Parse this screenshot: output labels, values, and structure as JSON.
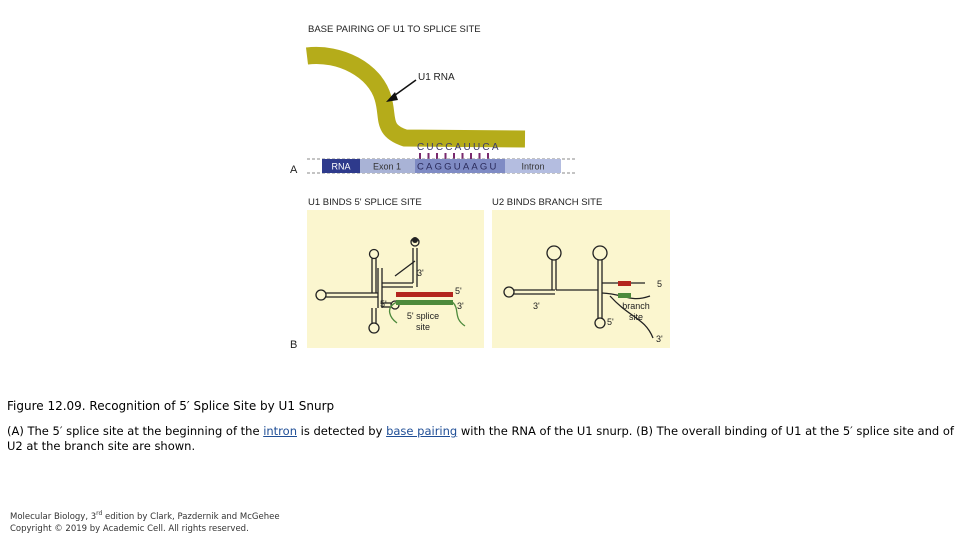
{
  "figure": {
    "panel_a": {
      "letter": "A",
      "heading": "BASE PAIRING OF U1 TO SPLICE SITE",
      "u1_rna_label": "U1 RNA",
      "u1_sequence": "CUCCAUUCA",
      "rna_label": "RNA",
      "exon_label": "Exon 1",
      "splice_sequence": "CAGGUAAGU",
      "intron_label": "Intron"
    },
    "panel_b": {
      "letter": "B",
      "left_heading": "U1 BINDS 5' SPLICE SITE",
      "right_heading": "U2 BINDS BRANCH SITE",
      "left_three_prime_top": "3'",
      "left_five_prime_right": "5'",
      "left_three_prime_right": "3'",
      "left_five_prime_left": "5'",
      "left_site_label_1": "5' splice",
      "left_site_label_2": "site",
      "right_three_prime_left": "3'",
      "right_five_prime_right": "5",
      "right_branch_label_1": "branch",
      "right_branch_label_2": "site",
      "right_five_prime_bottom": "5'",
      "right_three_prime_bottom": "3'"
    },
    "colors": {
      "u1_rna": "#b5ac1a",
      "rna_box": "#2e3a8c",
      "exon_box": "#a9b3d6",
      "splice_box": "#7f8bc4",
      "intron_box": "#b4bde0",
      "pair_ticks": "#7a2a6e",
      "panel_bg": "#fbf6cf",
      "red_bar": "#b3261e",
      "green_bar": "#4d8a3c"
    }
  },
  "caption": {
    "title": "Figure 12.09. Recognition of 5′ Splice Site by U1 Snurp",
    "text_1": "(A) The 5′ splice site at the beginning of the ",
    "link_1": "intron",
    "text_2": " is detected by ",
    "link_2": "base pairing",
    "text_3": " with the RNA of the U1 snurp. (B) The overall binding of U1 at the 5′ splice site and of U2 at the branch site are shown."
  },
  "credit": {
    "line1_a": "Molecular Biology, 3",
    "line1_sup": "rd",
    "line1_b": " edition by Clark, Pazdernik and McGehee",
    "line2": "Copyright © 2019 by Academic Cell. All rights reserved."
  }
}
